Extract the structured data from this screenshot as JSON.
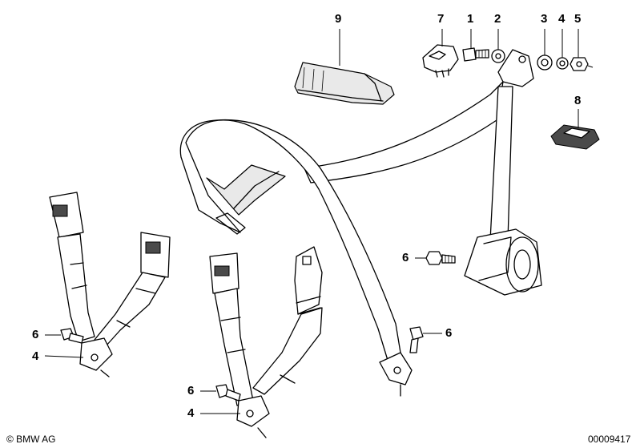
{
  "callouts": {
    "c9": "9",
    "c7": "7",
    "c1": "1",
    "c2": "2",
    "c3": "3",
    "c4_top": "4",
    "c5": "5",
    "c8": "8",
    "c6_retractor": "6",
    "c6_left": "6",
    "c4_left": "4",
    "c6_center_buckle": "6",
    "c4_center_buckle": "4",
    "c6_right_anchor": "6"
  },
  "footer": {
    "copyright": "© BMW AG",
    "diagram_number": "00009417"
  }
}
